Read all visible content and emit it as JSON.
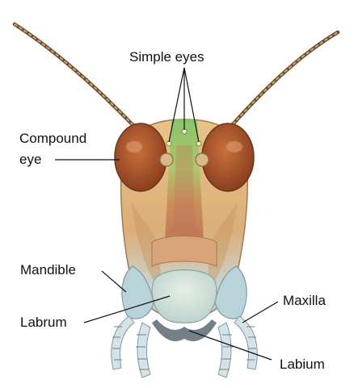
{
  "labels": {
    "simple_eyes": "Simple eyes",
    "compound_eye_line1": "Compound",
    "compound_eye_line2": "eye",
    "mandible": "Mandible",
    "labrum": "Labrum",
    "maxilla": "Maxilla",
    "labium": "Labium"
  }
}
